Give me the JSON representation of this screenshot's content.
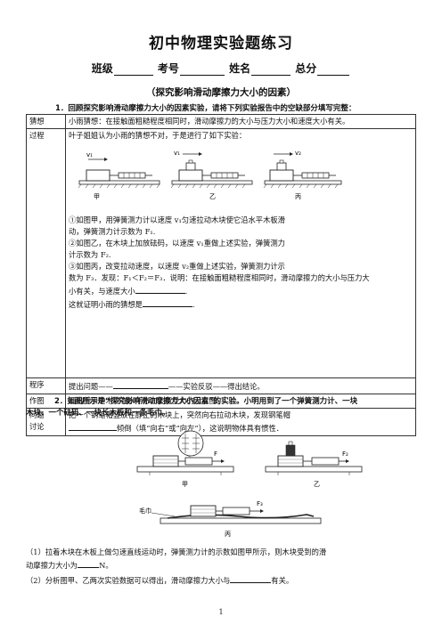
{
  "header": {
    "title": "初中物理实验题练习",
    "class_label": "班级",
    "number_label": "考号",
    "name_label": "姓名",
    "score_label": "总分"
  },
  "subtitle": "（探究影响滑动摩擦力大小的因素）",
  "q1": {
    "stem": "1．回顾探究影响滑动摩擦力大小的因素实验，请将下列实验报告中的空缺部分填写完整：",
    "rows": {
      "guess_label": "猜想",
      "guess_text": "小雨猜想：在接触面粗糙程度相同时，滑动摩擦力的大小与压力大小和速度大小有关。",
      "process_label": "过程",
      "process_intro": "叶子姐姐认为小雨的猜想不对，于是进行了如下实验：",
      "fig_labels": [
        "甲",
        "乙",
        "丙"
      ],
      "fig_v1": "v₁",
      "fig_v2": "v₂",
      "step1_a": "①如图甲，用弹簧测力计以速度 v₁匀速拉动木块使它沿水平木板滑",
      "step1_b": "动，弹簧测力计示数为 F₁.",
      "step2_a": "②如图乙，在木块上加放砝码，以速度 v₁重做上述实验，弹簧测力",
      "step2_b": "计示数为 F₂.",
      "step3_a": "③如图丙，改变拉动速度，以速度 v₂重做上述实验，弹簧测力计示",
      "step3_b": "数为 F₃．发现：F₁＜F₂＝F₃．说明：在接触面粗糙程度相同时，滑动摩擦力的大小与压力大",
      "step3_c1": "小有关，与速度大小",
      "step3_c2": ".",
      "step3_d1": "这就证明小雨的猜想是",
      "step3_d2": ".",
      "procedure_label": "程序",
      "procedure_1": "提出问题——",
      "procedure_2": "——实验反驳——得出结论。",
      "drawing_label": "作图",
      "drawing_text": "画出图甲中木块在水平方向上所受力的示意图。",
      "discuss_label_1": "问题",
      "discuss_label_2": "讨论",
      "discuss_1": "把一个钢笔帽竖放在静止的木块上，突然向右拉动木块，发现钢笔帽",
      "discuss_2": "倾倒（填“向右”或“向左”），这说明物体具有惯性．"
    }
  },
  "q2": {
    "stem_1": "2．如图所示是“探究影响滑动摩擦力大小因素”的实验。小明用到了一个弹簧测力计、一块",
    "stem_2": "木块、一个砝码、一块长木板和一条毛巾。",
    "fig_labels": [
      "甲",
      "乙",
      "丙"
    ],
    "towel_label": "毛巾",
    "f_labels": [
      "F",
      "F₂",
      "F₃"
    ],
    "sub1_a": "（1）拉着木块在木板上做匀速直线运动时，弹簧测力计的示数如图甲所示，则木块受到的滑",
    "sub1_b1": "动摩擦力大小为",
    "sub1_b2": "N。",
    "sub2_a": "（2）分析图甲、乙两次实验数据可以得出，滑动摩擦力大小与",
    "sub2_b": "有关。"
  },
  "page_number": "1"
}
